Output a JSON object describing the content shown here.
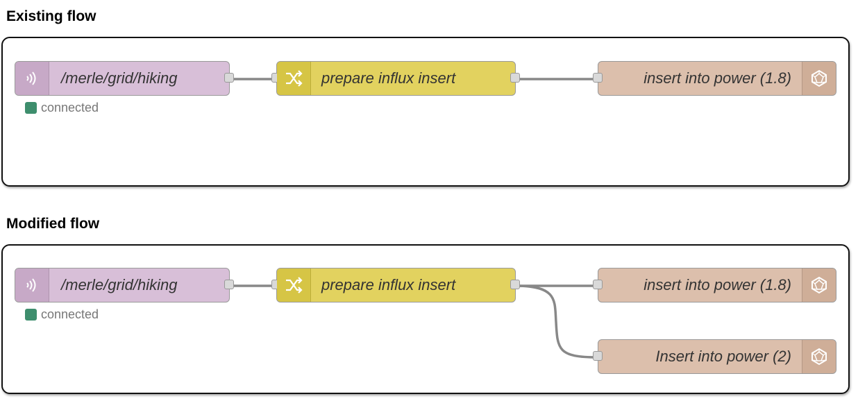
{
  "flows": [
    {
      "title": "Existing flow",
      "mqtt_node": {
        "label": "/merle/grid/hiking",
        "icon": "bridge-icon",
        "status_text": "connected",
        "status_color": "#3e8e6d"
      },
      "function_node": {
        "label": "prepare influx insert",
        "icon": "shuffle-icon"
      },
      "influx_nodes": [
        {
          "label": "insert into power (1.8)",
          "icon": "influxdb-icon"
        }
      ]
    },
    {
      "title": "Modified flow",
      "mqtt_node": {
        "label": "/merle/grid/hiking",
        "icon": "bridge-icon",
        "status_text": "connected",
        "status_color": "#3e8e6d"
      },
      "function_node": {
        "label": "prepare influx insert",
        "icon": "shuffle-icon"
      },
      "influx_nodes": [
        {
          "label": "insert into power (1.8)",
          "icon": "influxdb-icon"
        },
        {
          "label": "Insert into power (2)",
          "icon": "influxdb-icon"
        }
      ]
    }
  ],
  "colors": {
    "mqtt_node": "#d8bfd8",
    "function_node": "#e2d25f",
    "influx_node": "#dcbfac",
    "wire": "#888888"
  }
}
